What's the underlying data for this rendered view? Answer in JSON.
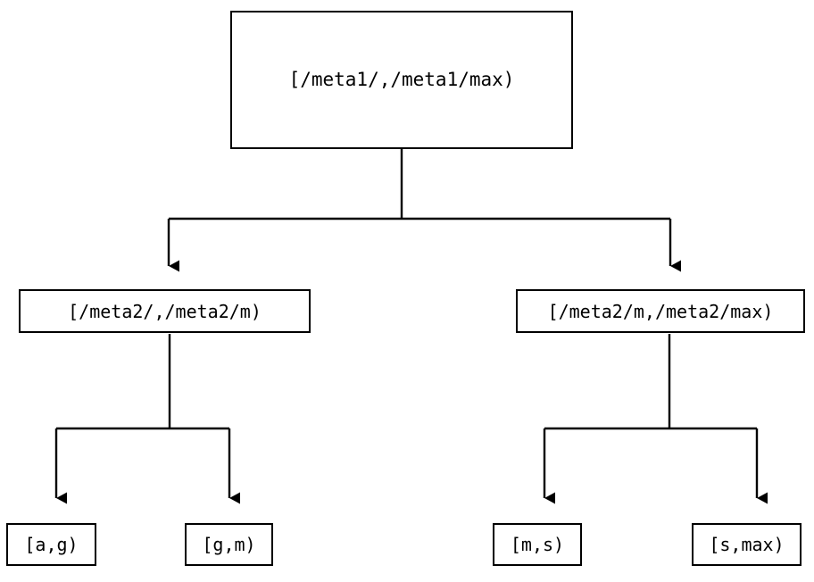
{
  "diagram": {
    "type": "tree",
    "title": "",
    "orientation": "top-down",
    "colors": {
      "background": "#ffffff",
      "node_border": "#000000",
      "node_fill": "#ffffff",
      "edge": "#000000",
      "text": "#000000"
    },
    "nodes": {
      "root": {
        "label": "[/meta1/,/meta1/max)",
        "level": 0
      },
      "left": {
        "label": "[/meta2/,/meta2/m)",
        "level": 1
      },
      "right": {
        "label": "[/meta2/m,/meta2/max)",
        "level": 1
      },
      "leaves": [
        {
          "label": "[a,g)",
          "level": 2
        },
        {
          "label": "[g,m)",
          "level": 2
        },
        {
          "label": "[m,s)",
          "level": 2
        },
        {
          "label": "[s,max)",
          "level": 2
        }
      ]
    },
    "edges": [
      {
        "from": "root",
        "to": "left",
        "arrow": "triangle-down"
      },
      {
        "from": "root",
        "to": "right",
        "arrow": "triangle-down"
      },
      {
        "from": "left",
        "to": "leaf-0",
        "arrow": "triangle-down"
      },
      {
        "from": "left",
        "to": "leaf-1",
        "arrow": "triangle-down"
      },
      {
        "from": "right",
        "to": "leaf-2",
        "arrow": "triangle-down"
      },
      {
        "from": "right",
        "to": "leaf-3",
        "arrow": "triangle-down"
      }
    ]
  }
}
